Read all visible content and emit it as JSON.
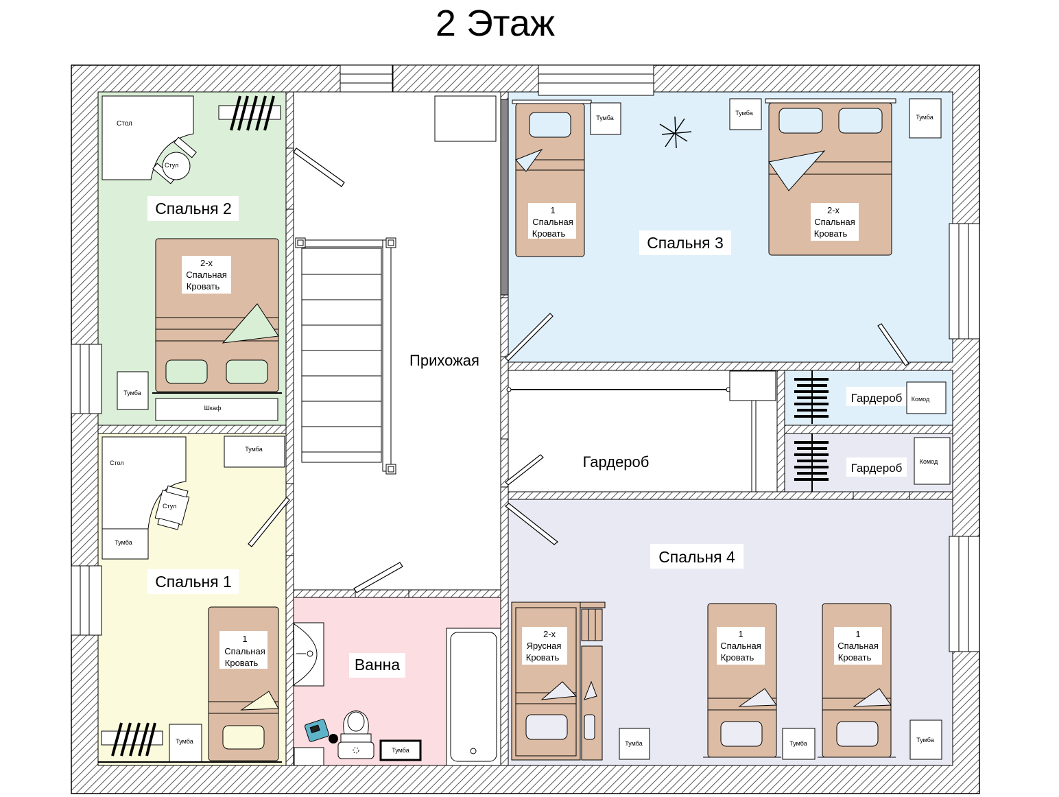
{
  "title": "2 Этаж",
  "colors": {
    "wall": "#bdbdbd",
    "bedroom1": "#fbfadc",
    "bedroom2": "#dcefd9",
    "bedroom3": "#dff0fb",
    "bedroom4": "#e9e9f3",
    "bathroom": "#fcdde1",
    "wardrobe_small": "#dff0fb",
    "wardrobe_small2": "#e9e9f3",
    "bed": "#dcbca4",
    "pillow_green": "#d8eed5",
    "pillow_blue": "#dff0fb",
    "pillow_grey": "#ececf4"
  },
  "rooms": {
    "hall": "Прихожая",
    "bedroom1": "Спальня 1",
    "bedroom2": "Спальня 2",
    "bedroom3": "Спальня 3",
    "bedroom4": "Спальня 4",
    "bathroom": "Ванна",
    "wardrobe_main": "Гардероб",
    "wardrobe_a": "Гардероб",
    "wardrobe_b": "Гардероб"
  },
  "furniture": {
    "stol": "Стол",
    "stul": "Стул",
    "tumba": "Тумба",
    "shkaf": "Шкаф",
    "komod": "Комод"
  },
  "beds": {
    "double": [
      "2-х",
      "Спальная",
      "Кровать"
    ],
    "single": [
      "1",
      "Спальная",
      "Кровать"
    ],
    "bunk": [
      "2-х",
      "Ярусная",
      "Кровать"
    ]
  }
}
